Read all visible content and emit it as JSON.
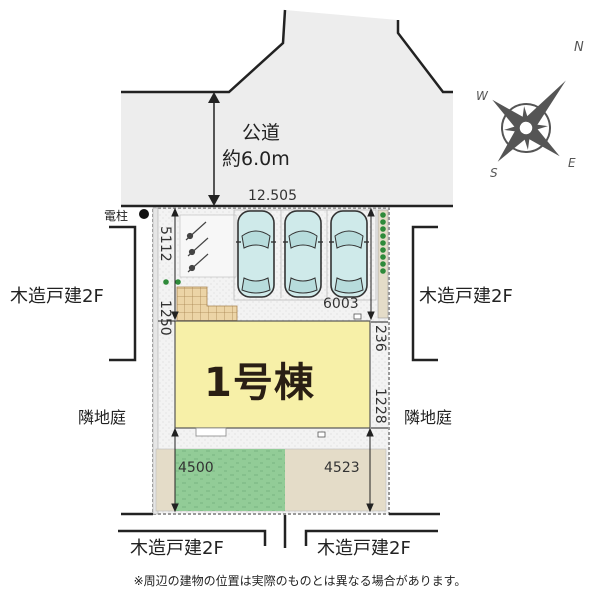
{
  "road": {
    "name": "公道",
    "width": "約6.0m",
    "frontage": "12.505"
  },
  "compass": {
    "labels": {
      "north": "N",
      "south": "S",
      "east": "E",
      "west": "W"
    }
  },
  "utility_pole": {
    "label": "電柱"
  },
  "building": {
    "label": "1号棟",
    "color": "#f7f0a8"
  },
  "dimensions": {
    "left_front_setback": "5112",
    "left_side_setback": "1250",
    "parking_depth": "6003",
    "right_side_top": "236",
    "right_side_bottom": "1228",
    "rear_left": "4500",
    "rear_right": "4523"
  },
  "neighbors": {
    "left": "木造戸建2F",
    "right": "木造戸建2F",
    "bottom_left": "木造戸建2F",
    "bottom_right": "木造戸建2F",
    "left_garden": "隣地庭",
    "right_garden": "隣地庭"
  },
  "colors": {
    "road": "#ededed",
    "lawn": "#8fca95",
    "rear_yard": "#e4dcc8",
    "terrace": "#ead3a6",
    "car_body": "#cfeaea",
    "gravel": "#f1f1f1"
  },
  "parking": {
    "car_count": 3
  },
  "note": "※周辺の建物の位置は実際のものとは異なる場合があります。"
}
